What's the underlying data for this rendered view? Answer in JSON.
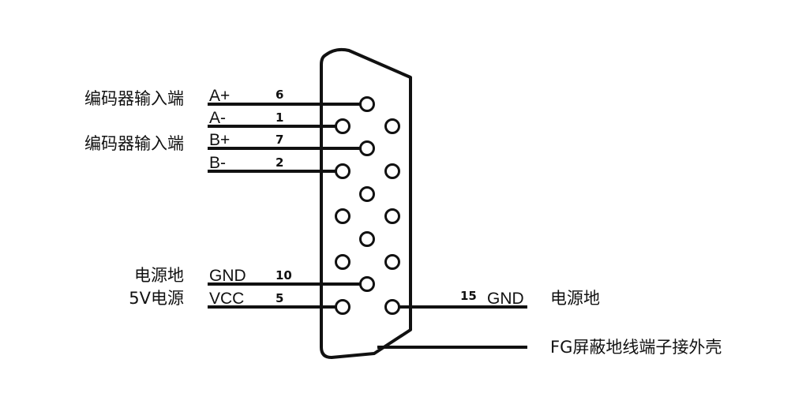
{
  "left_labels": {
    "encoder_input_a": "编码器输入端",
    "encoder_input_b": "编码器输入端",
    "power_ground": "电源地",
    "power_5v": "5V电源"
  },
  "signals": [
    {
      "id": "a-plus",
      "name": "A+",
      "pin": "6"
    },
    {
      "id": "a-minus",
      "name": "A-",
      "pin": "1"
    },
    {
      "id": "b-plus",
      "name": "B+",
      "pin": "7"
    },
    {
      "id": "b-minus",
      "name": "B-",
      "pin": "2"
    },
    {
      "id": "gnd",
      "name": "GND",
      "pin": "10"
    },
    {
      "id": "vcc",
      "name": "VCC",
      "pin": "5"
    }
  ],
  "right": {
    "pin15": "15",
    "gnd_name": "GND",
    "gnd_label": "电源地",
    "shield_label": "FG屏蔽地线端子接外壳"
  }
}
